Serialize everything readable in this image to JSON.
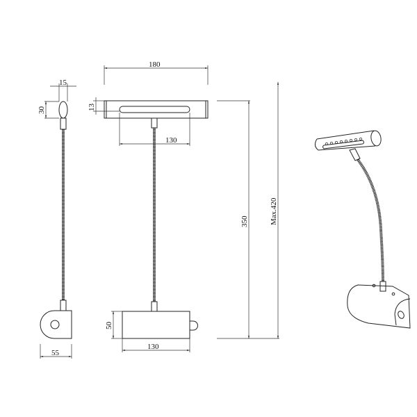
{
  "dimensions": {
    "side_head_width": "15",
    "side_head_height": "30",
    "side_base_width": "55",
    "front_head_width": "180",
    "front_head_height": "13",
    "front_slot_width": "130",
    "front_base_height": "50",
    "front_base_width": "130",
    "stem_height": "350",
    "max_height": "Max.420"
  },
  "colors": {
    "line": "#222222",
    "background": "#ffffff"
  }
}
